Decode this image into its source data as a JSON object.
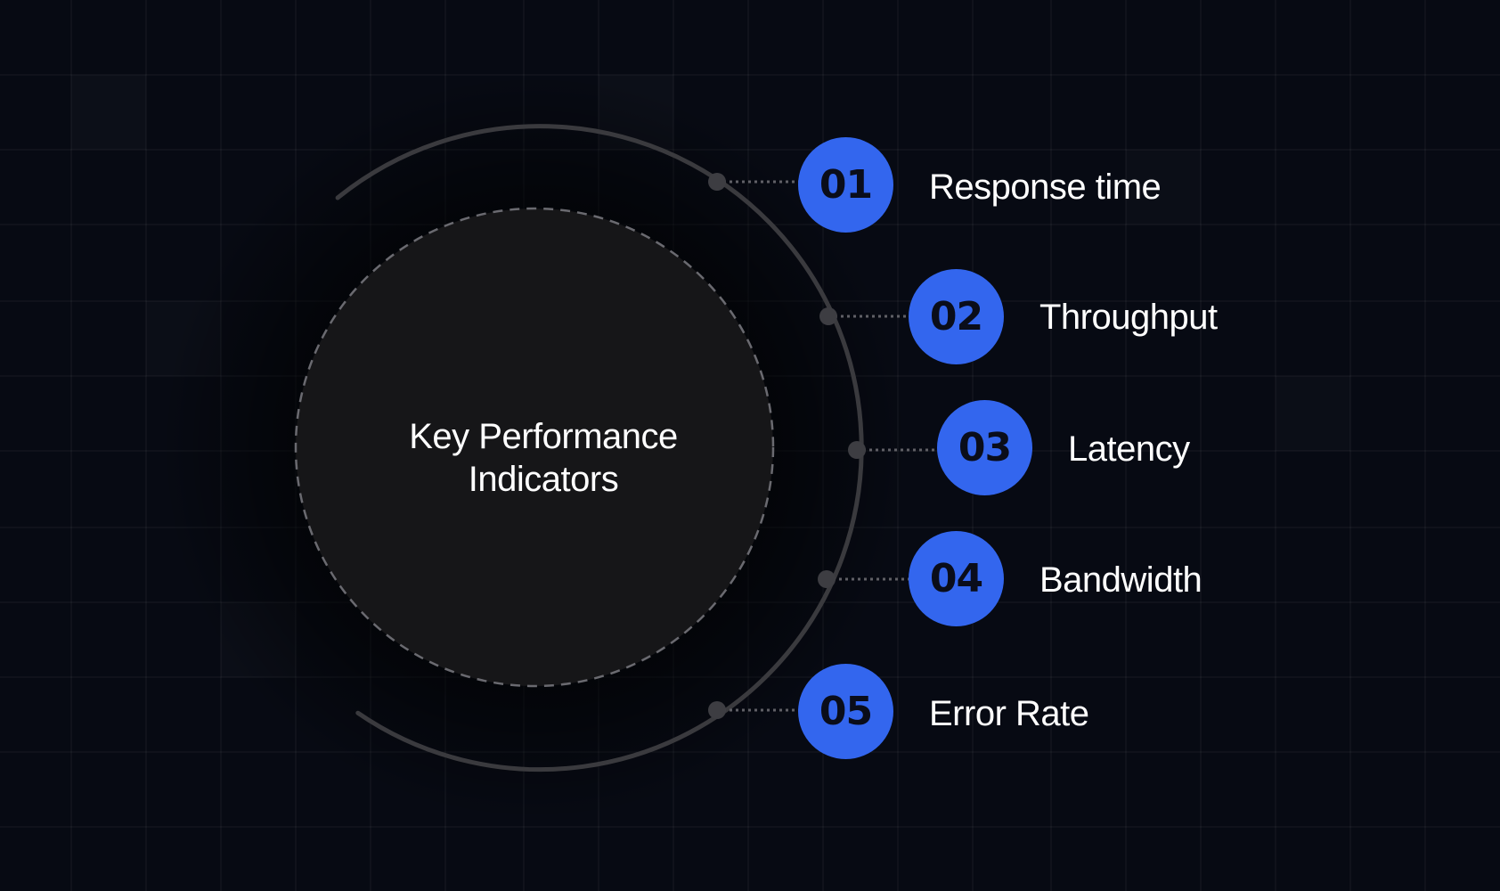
{
  "center": {
    "line1": "Key Performance",
    "line2": "Indicators"
  },
  "items": [
    {
      "number": "01",
      "label": "Response time"
    },
    {
      "number": "02",
      "label": "Throughput"
    },
    {
      "number": "03",
      "label": "Latency"
    },
    {
      "number": "04",
      "label": "Bandwidth"
    },
    {
      "number": "05",
      "label": "Error Rate"
    }
  ],
  "colors": {
    "background": "#070a13",
    "accent": "#3366ee",
    "arc": "#3a3a3e",
    "inner_circle": "#161618",
    "text": "#ffffff"
  }
}
